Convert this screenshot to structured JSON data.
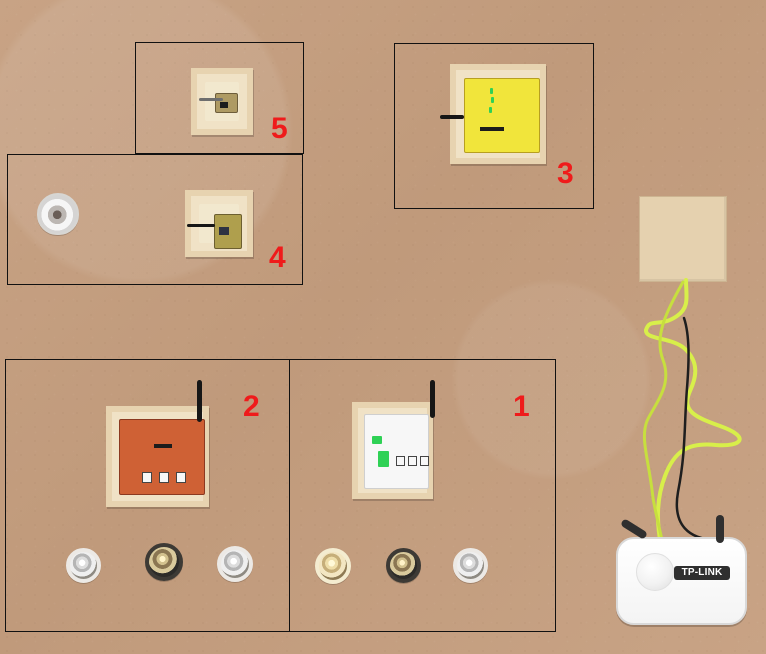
{
  "scene": {
    "labels": {
      "zone_1": "1",
      "zone_2": "2",
      "zone_3": "3",
      "zone_4": "4",
      "zone_5": "5",
      "router_brand": "TP-LINK"
    }
  },
  "colors": {
    "background": "#c49d7f",
    "zone_border": "#111111",
    "zone_number": "#ef1b1b",
    "network_cable": "#d8ef4a"
  },
  "icons": {
    "router": "router-icon",
    "light_bulb": "light-bulb-icon",
    "controller_board": "controller-board-icon"
  }
}
